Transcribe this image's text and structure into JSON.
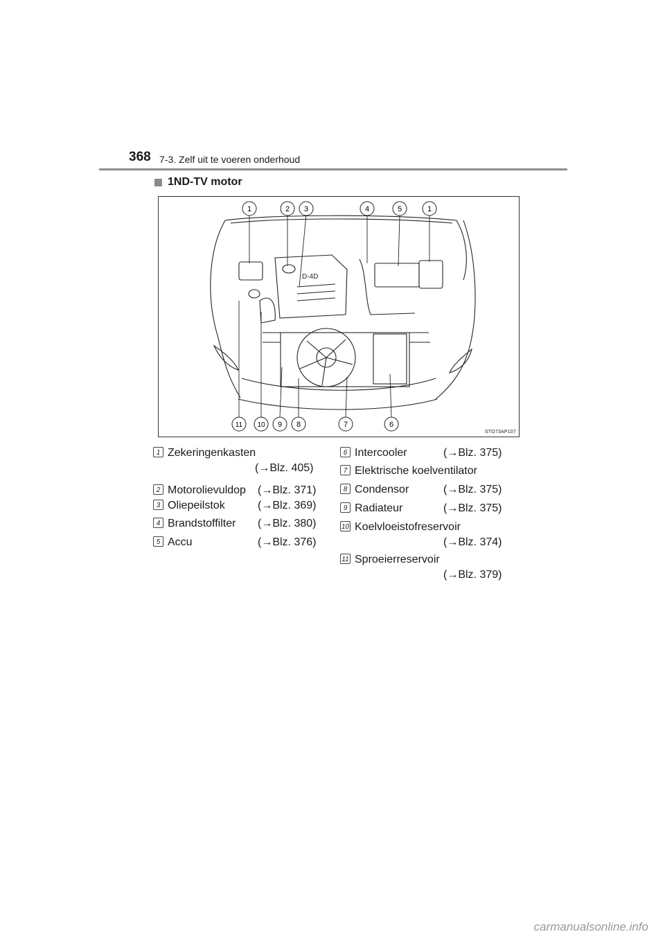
{
  "header": {
    "page_number": "368",
    "section_title": "7-3. Zelf uit te voeren onderhoud"
  },
  "heading": "1ND-TV motor",
  "figure": {
    "code": "STO73AP107",
    "top_callouts": [
      "1",
      "2",
      "3",
      "4",
      "5",
      "1"
    ],
    "bottom_callouts": [
      "11",
      "10",
      "9",
      "8",
      "7",
      "6"
    ]
  },
  "legend": {
    "left": [
      {
        "num": "1",
        "name": "Zekeringenkasten",
        "ref": "(→Blz. 405)"
      },
      {
        "num": "2",
        "name": "Motorolievuldop",
        "ref": "(→Blz. 371)"
      },
      {
        "num": "3",
        "name": "Oliepeilstok",
        "ref": "(→Blz. 369)"
      },
      {
        "num": "4",
        "name": "Brandstoffilter",
        "ref": "(→Blz. 380)"
      },
      {
        "num": "5",
        "name": "Accu",
        "ref": "(→Blz. 376)"
      }
    ],
    "right": [
      {
        "num": "6",
        "name": "Intercooler",
        "ref": "(→Blz. 375)"
      },
      {
        "num": "7",
        "name": "Elektrische koelventilator",
        "ref": ""
      },
      {
        "num": "8",
        "name": "Condensor",
        "ref": "(→Blz. 375)"
      },
      {
        "num": "9",
        "name": "Radiateur",
        "ref": "(→Blz. 375)"
      },
      {
        "num": "10",
        "name": "Koelvloeistofreservoir",
        "ref": "(→Blz. 374)"
      },
      {
        "num": "11",
        "name": "Sproeierreservoir",
        "ref": "(→Blz. 379)"
      }
    ]
  },
  "watermark": "carmanualsonline.info"
}
